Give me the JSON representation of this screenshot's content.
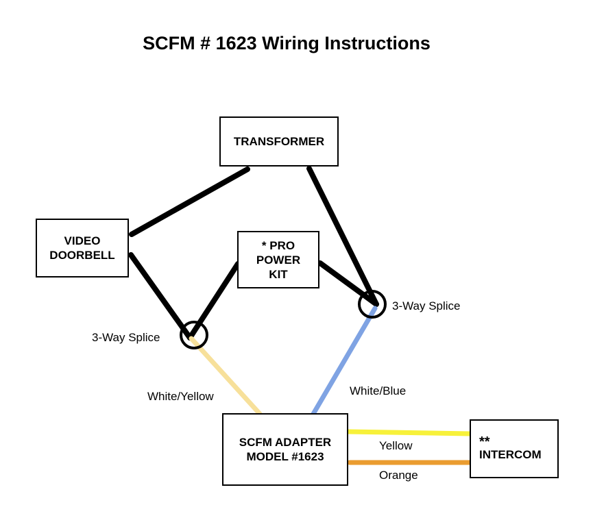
{
  "title": "SCFM # 1623 Wiring Instructions",
  "components": {
    "transformer": [
      "TRANSFORMER"
    ],
    "video_doorbell": [
      "VIDEO",
      "DOORBELL"
    ],
    "pro_power_kit": [
      "* PRO",
      "POWER",
      "KIT"
    ],
    "adapter": [
      "SCFM ADAPTER",
      "MODEL #1623"
    ],
    "intercom": [
      "**",
      "INTERCOM"
    ]
  },
  "labels": {
    "splice_left": "3-Way Splice",
    "splice_right": "3-Way Splice",
    "white_yellow": "White/Yellow",
    "white_blue": "White/Blue",
    "yellow": "Yellow",
    "orange": "Orange"
  },
  "wire_colors": {
    "black": "#000000",
    "white_yellow": "#F7E09A",
    "white_blue": "#7FA3E3",
    "yellow": "#F7F13A",
    "orange": "#EA9C30"
  }
}
